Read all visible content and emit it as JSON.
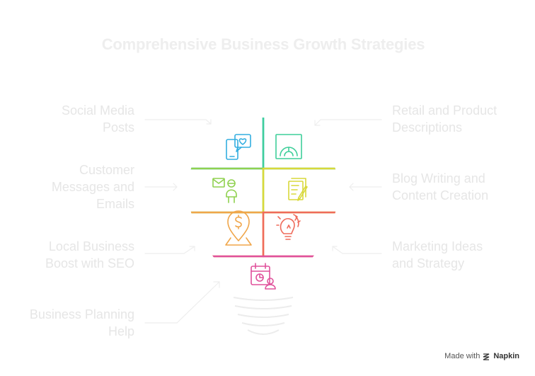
{
  "title": "Comprehensive Business Growth Strategies",
  "labels": {
    "social_media": [
      "Social Media",
      "Posts"
    ],
    "customer_messages": [
      "Customer",
      "Messages and",
      "Emails"
    ],
    "local_business": [
      "Local Business",
      "Boost with SEO"
    ],
    "business_planning": [
      "Business Planning",
      "Help"
    ],
    "retail_product": [
      "Retail and Product",
      "Descriptions"
    ],
    "blog_writing": [
      "Blog Writing and",
      "Content Creation"
    ],
    "marketing_ideas": [
      "Marketing Ideas",
      "and Strategy"
    ]
  },
  "footer": {
    "made_with": "Made with",
    "brand": "Napkin"
  },
  "colors": {
    "blue": "#33aee0",
    "teal": "#3fcf9a",
    "green": "#8fd14f",
    "yellow": "#d8d83a",
    "orange": "#f0a64a",
    "red": "#ef6b5b",
    "pink": "#e0529c",
    "base": "#ececec",
    "leader": "#eeeeee"
  },
  "icons": {
    "social_media": "phone-heart-icon",
    "retail_product": "product-box-icon",
    "customer_messages": "envelope-person-icon",
    "blog_writing": "document-pen-icon",
    "local_business": "location-dollar-icon",
    "marketing_ideas": "lightbulb-icon",
    "business_planning": "calendar-chart-person-icon"
  }
}
